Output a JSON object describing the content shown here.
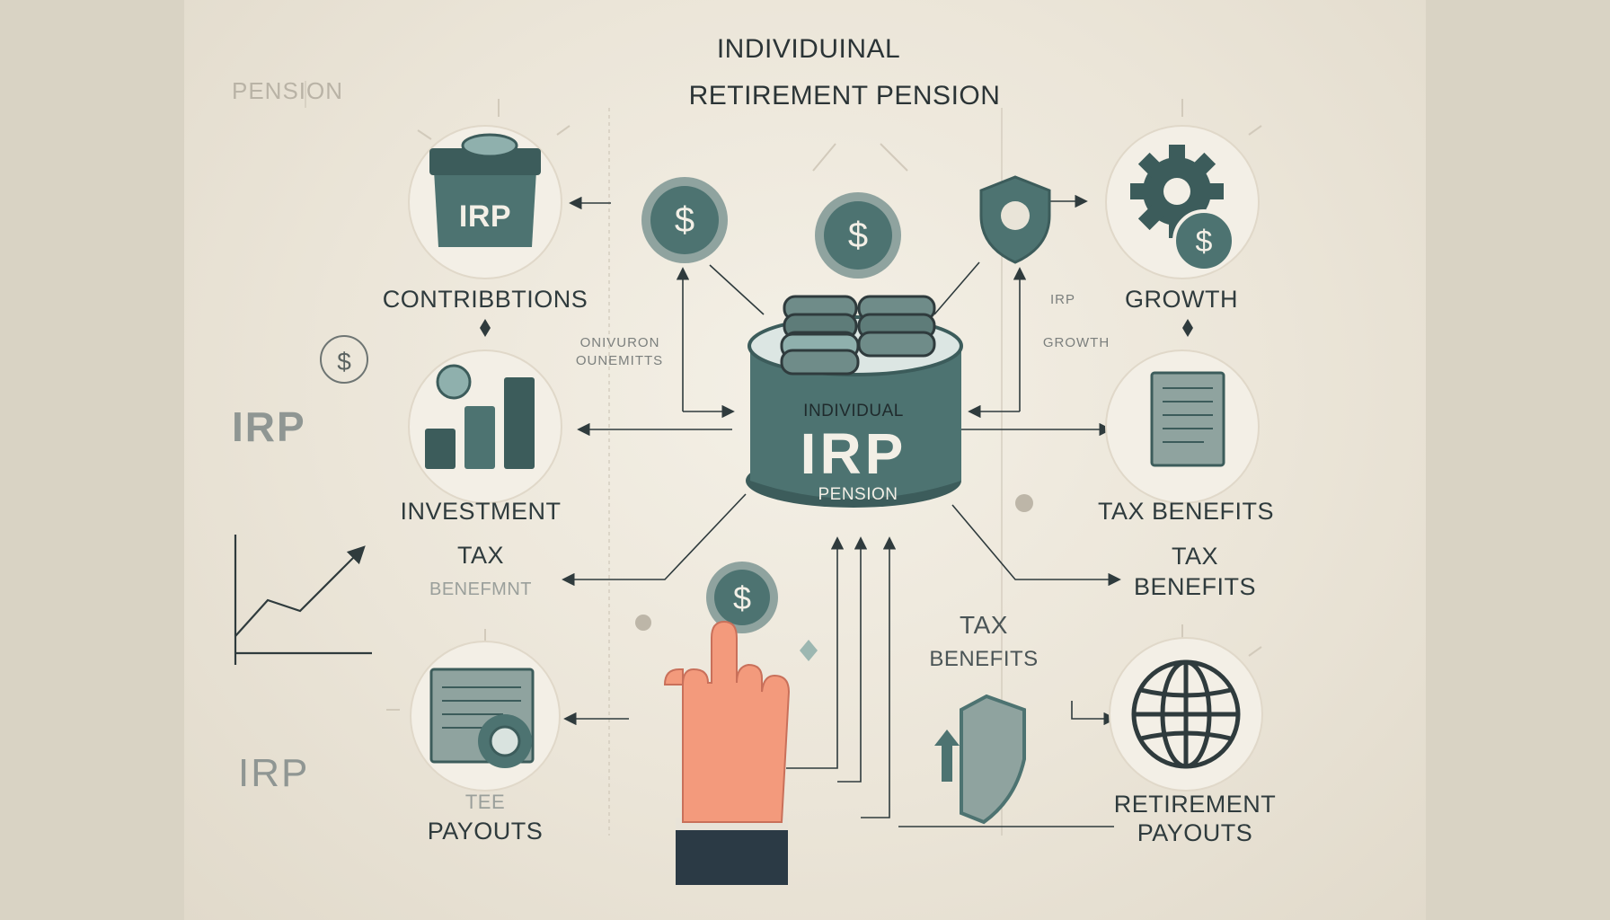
{
  "header": {
    "title_line1": "INDIVIDUINAL",
    "title_line2": "RETIREMENT PENSION",
    "ghost_word": "PENSION"
  },
  "center": {
    "top_text": "INDIVIDUAL",
    "main_text": "IRP",
    "bottom_text": "PENSION"
  },
  "nodes": {
    "contributions": "CONTRIBBTIONS",
    "investment": "INVESTMENT",
    "payouts_top": "TEE",
    "payouts": "PAYOUTS",
    "growth": "GROWTH",
    "tax_benefits_right": "TAX BENEFITS",
    "retirement_payouts_1": "RETIREMENT",
    "retirement_payouts_2": "PAYOUTS"
  },
  "floating": {
    "tax_left_1": "TAX",
    "tax_left_2": "BENEFMNT",
    "tax_right_1": "TAX",
    "tax_right_2": "BENEFITS",
    "tax_center_1": "TAX",
    "tax_center_2": "BENEFITS",
    "irp_left_1": "IRP",
    "irp_left_2": "IRP",
    "box_label": "IRP",
    "small_left_1": "ONIVURON",
    "small_left_2": "OUNEMITTS",
    "small_right_1": "GROWTH",
    "small_right_irp": "IRP"
  },
  "colors": {
    "teal": "#4d7371",
    "teal_dark": "#3c5c5b",
    "teal_light": "#8fb0ad",
    "ink": "#2f3b3d",
    "skin": "#f39a7c",
    "sleeve": "#2b3a45"
  }
}
